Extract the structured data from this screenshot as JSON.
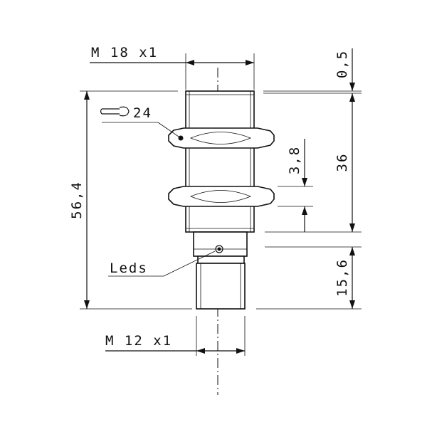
{
  "dimensions": {
    "thread_top": "M 18 x1",
    "thread_bottom": "M 12 x1",
    "wrench_size": "24",
    "total_length": "56,4",
    "top_offset": "0,5",
    "housing_length": "36",
    "nut_thickness": "3,8",
    "connector_length": "15,6"
  },
  "labels": {
    "leds": "Leds"
  },
  "icons": {
    "wrench": "wrench-icon"
  },
  "colors": {
    "line": "#111111",
    "background": "#ffffff"
  }
}
